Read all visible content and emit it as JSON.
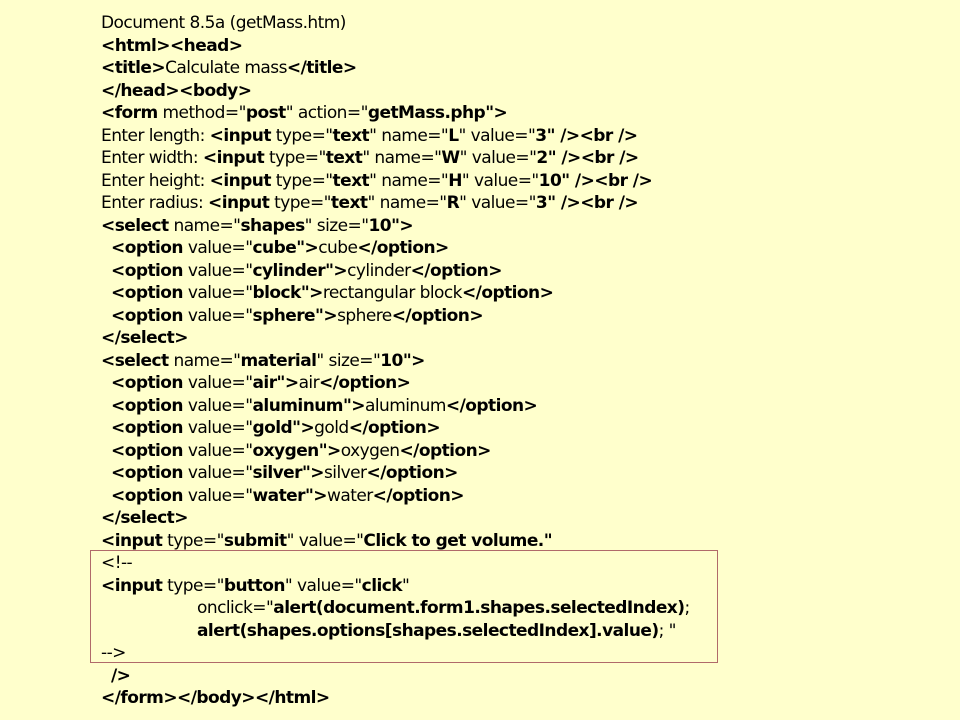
{
  "slide": {
    "caption": "Document 8.5a (getMass.htm)",
    "lines": [
      {
        "indent": 0,
        "segments": [
          {
            "t": "<html>",
            "b": true
          },
          {
            "t": "<head>",
            "b": true
          }
        ]
      },
      {
        "indent": 0,
        "segments": [
          {
            "t": "<title>",
            "b": true
          },
          {
            "t": "Calculate mass",
            "b": false
          },
          {
            "t": "</title>",
            "b": true
          }
        ]
      },
      {
        "indent": 0,
        "segments": [
          {
            "t": "</head>",
            "b": true
          },
          {
            "t": "<body>",
            "b": true
          }
        ]
      },
      {
        "indent": 0,
        "segments": [
          {
            "t": "<form",
            "b": true
          },
          {
            "t": " method=\"",
            "b": false
          },
          {
            "t": "post",
            "b": true
          },
          {
            "t": "\" action=\"",
            "b": false
          },
          {
            "t": "getMass.php",
            "b": true
          },
          {
            "t": "\">",
            "b": true
          }
        ]
      },
      {
        "indent": 0,
        "segments": [
          {
            "t": "Enter length: ",
            "b": false
          },
          {
            "t": "<input",
            "b": true
          },
          {
            "t": " type=\"",
            "b": false
          },
          {
            "t": "text",
            "b": true
          },
          {
            "t": "\" name=\"",
            "b": false
          },
          {
            "t": "L",
            "b": true
          },
          {
            "t": "\" value=\"",
            "b": false
          },
          {
            "t": "3",
            "b": true
          },
          {
            "t": "\" />",
            "b": true
          },
          {
            "t": "<br />",
            "b": true
          }
        ]
      },
      {
        "indent": 0,
        "segments": [
          {
            "t": "Enter width: ",
            "b": false
          },
          {
            "t": "<input",
            "b": true
          },
          {
            "t": " type=\"",
            "b": false
          },
          {
            "t": "text",
            "b": true
          },
          {
            "t": "\" name=\"",
            "b": false
          },
          {
            "t": "W",
            "b": true
          },
          {
            "t": "\" value=\"",
            "b": false
          },
          {
            "t": "2",
            "b": true
          },
          {
            "t": "\" />",
            "b": true
          },
          {
            "t": "<br />",
            "b": true
          }
        ]
      },
      {
        "indent": 0,
        "segments": [
          {
            "t": "Enter height: ",
            "b": false
          },
          {
            "t": "<input",
            "b": true
          },
          {
            "t": " type=\"",
            "b": false
          },
          {
            "t": "text",
            "b": true
          },
          {
            "t": "\" name=\"",
            "b": false
          },
          {
            "t": "H",
            "b": true
          },
          {
            "t": "\" value=\"",
            "b": false
          },
          {
            "t": "10",
            "b": true
          },
          {
            "t": "\" />",
            "b": true
          },
          {
            "t": "<br />",
            "b": true
          }
        ]
      },
      {
        "indent": 0,
        "segments": [
          {
            "t": "Enter radius: ",
            "b": false
          },
          {
            "t": "<input",
            "b": true
          },
          {
            "t": " type=\"",
            "b": false
          },
          {
            "t": "text",
            "b": true
          },
          {
            "t": "\" name=\"",
            "b": false
          },
          {
            "t": "R",
            "b": true
          },
          {
            "t": "\" value=\"",
            "b": false
          },
          {
            "t": "3",
            "b": true
          },
          {
            "t": "\" />",
            "b": true
          },
          {
            "t": "<br />",
            "b": true
          }
        ]
      },
      {
        "indent": 0,
        "segments": [
          {
            "t": "<select",
            "b": true
          },
          {
            "t": " name=\"",
            "b": false
          },
          {
            "t": "shapes",
            "b": true
          },
          {
            "t": "\" size=\"",
            "b": false
          },
          {
            "t": "10",
            "b": true
          },
          {
            "t": "\">",
            "b": true
          }
        ]
      },
      {
        "indent": 1,
        "segments": [
          {
            "t": "<option",
            "b": true
          },
          {
            "t": " value=\"",
            "b": false
          },
          {
            "t": "cube",
            "b": true
          },
          {
            "t": "\">",
            "b": true
          },
          {
            "t": "cube",
            "b": false
          },
          {
            "t": "</option>",
            "b": true
          }
        ]
      },
      {
        "indent": 1,
        "segments": [
          {
            "t": "<option",
            "b": true
          },
          {
            "t": " value=\"",
            "b": false
          },
          {
            "t": "cylinder",
            "b": true
          },
          {
            "t": "\">",
            "b": true
          },
          {
            "t": "cylinder",
            "b": false
          },
          {
            "t": "</option>",
            "b": true
          }
        ]
      },
      {
        "indent": 1,
        "segments": [
          {
            "t": "<option",
            "b": true
          },
          {
            "t": " value=\"",
            "b": false
          },
          {
            "t": "block",
            "b": true
          },
          {
            "t": "\">",
            "b": true
          },
          {
            "t": "rectangular block",
            "b": false
          },
          {
            "t": "</option>",
            "b": true
          }
        ]
      },
      {
        "indent": 1,
        "segments": [
          {
            "t": "<option",
            "b": true
          },
          {
            "t": " value=\"",
            "b": false
          },
          {
            "t": "sphere",
            "b": true
          },
          {
            "t": "\">",
            "b": true
          },
          {
            "t": "sphere",
            "b": false
          },
          {
            "t": "</option>",
            "b": true
          }
        ]
      },
      {
        "indent": 0,
        "segments": [
          {
            "t": "</select>",
            "b": true
          }
        ]
      },
      {
        "indent": 0,
        "segments": [
          {
            "t": "<select",
            "b": true
          },
          {
            "t": " name=\"",
            "b": false
          },
          {
            "t": "material",
            "b": true
          },
          {
            "t": "\" size=\"",
            "b": false
          },
          {
            "t": "10",
            "b": true
          },
          {
            "t": "\">",
            "b": true
          }
        ]
      },
      {
        "indent": 1,
        "segments": [
          {
            "t": "<option",
            "b": true
          },
          {
            "t": " value=\"",
            "b": false
          },
          {
            "t": "air",
            "b": true
          },
          {
            "t": "\">",
            "b": true
          },
          {
            "t": "air",
            "b": false
          },
          {
            "t": "</option>",
            "b": true
          }
        ]
      },
      {
        "indent": 1,
        "segments": [
          {
            "t": "<option",
            "b": true
          },
          {
            "t": " value=\"",
            "b": false
          },
          {
            "t": "aluminum",
            "b": true
          },
          {
            "t": "\">",
            "b": true
          },
          {
            "t": "aluminum",
            "b": false
          },
          {
            "t": "</option>",
            "b": true
          }
        ]
      },
      {
        "indent": 1,
        "segments": [
          {
            "t": "<option",
            "b": true
          },
          {
            "t": " value=\"",
            "b": false
          },
          {
            "t": "gold",
            "b": true
          },
          {
            "t": "\">",
            "b": true
          },
          {
            "t": "gold",
            "b": false
          },
          {
            "t": "</option>",
            "b": true
          }
        ]
      },
      {
        "indent": 1,
        "segments": [
          {
            "t": "<option",
            "b": true
          },
          {
            "t": " value=\"",
            "b": false
          },
          {
            "t": "oxygen",
            "b": true
          },
          {
            "t": "\">",
            "b": true
          },
          {
            "t": "oxygen",
            "b": false
          },
          {
            "t": "</option>",
            "b": true
          }
        ]
      },
      {
        "indent": 1,
        "segments": [
          {
            "t": "<option",
            "b": true
          },
          {
            "t": " value=\"",
            "b": false
          },
          {
            "t": "silver",
            "b": true
          },
          {
            "t": "\">",
            "b": true
          },
          {
            "t": "silver",
            "b": false
          },
          {
            "t": "</option>",
            "b": true
          }
        ]
      },
      {
        "indent": 1,
        "segments": [
          {
            "t": "<option",
            "b": true
          },
          {
            "t": " value=\"",
            "b": false
          },
          {
            "t": "water",
            "b": true
          },
          {
            "t": "\">",
            "b": true
          },
          {
            "t": "water",
            "b": false
          },
          {
            "t": "</option>",
            "b": true
          }
        ]
      },
      {
        "indent": 0,
        "segments": [
          {
            "t": "</select>",
            "b": true
          }
        ]
      },
      {
        "indent": 0,
        "segments": [
          {
            "t": "<input",
            "b": true
          },
          {
            "t": " type=\"",
            "b": false
          },
          {
            "t": "submit",
            "b": true
          },
          {
            "t": "\" value=\"",
            "b": false
          },
          {
            "t": "Click to get volume.",
            "b": true
          },
          {
            "t": "\"",
            "b": true
          }
        ]
      },
      {
        "indent": 0,
        "segments": [
          {
            "t": "<!--",
            "b": false
          }
        ]
      },
      {
        "indent": 0,
        "segments": [
          {
            "t": "<input",
            "b": true
          },
          {
            "t": " type=\"",
            "b": false
          },
          {
            "t": "button",
            "b": true
          },
          {
            "t": "\" value=\"",
            "b": false
          },
          {
            "t": "click",
            "b": true
          },
          {
            "t": "\"",
            "b": false
          }
        ]
      },
      {
        "indent": 2,
        "segments": [
          {
            "t": "onclick=\"",
            "b": false
          },
          {
            "t": "alert(document.form1.shapes.selectedIndex)",
            "b": true
          },
          {
            "t": ";",
            "b": false
          }
        ]
      },
      {
        "indent": 2,
        "segments": [
          {
            "t": "alert(shapes.options[shapes.selectedIndex].value)",
            "b": true
          },
          {
            "t": "; \"",
            "b": false
          }
        ]
      },
      {
        "indent": 0,
        "segments": [
          {
            "t": "-->",
            "b": false
          }
        ]
      },
      {
        "indent": 1,
        "segments": [
          {
            "t": "/>",
            "b": true
          }
        ]
      },
      {
        "indent": 0,
        "segments": [
          {
            "t": "</form>",
            "b": true
          },
          {
            "t": "</body>",
            "b": true
          },
          {
            "t": "</html>",
            "b": true
          }
        ]
      }
    ]
  }
}
